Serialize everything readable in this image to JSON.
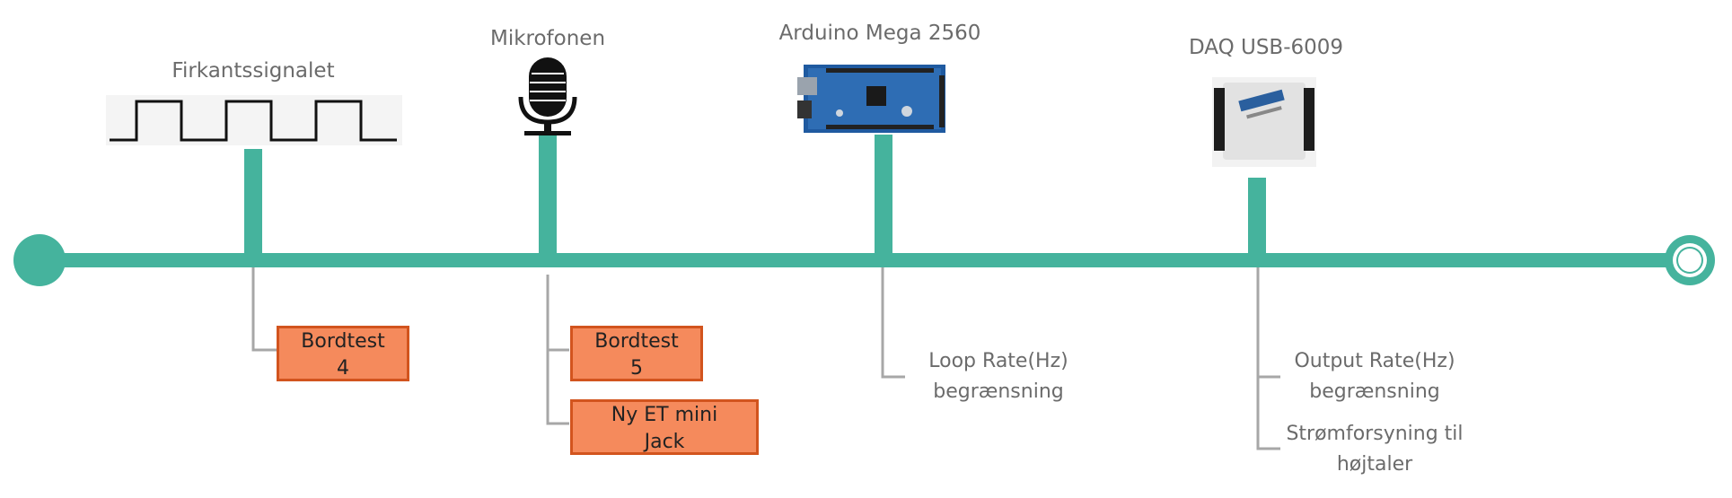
{
  "colors": {
    "timeline": "#45b39d",
    "box_fill": "#f58a5c",
    "box_border": "#d2541e",
    "connector": "#a7a7a7",
    "label_text": "#6b6b6b"
  },
  "milestones": [
    {
      "title": "Firkantssignalet",
      "icon": "square-wave-icon"
    },
    {
      "title": "Mikrofonen",
      "icon": "microphone-icon"
    },
    {
      "title": "Arduino Mega 2560",
      "icon": "arduino-board-icon"
    },
    {
      "title": "DAQ USB-6009",
      "icon": "daq-device-icon"
    }
  ],
  "boxes": [
    {
      "line1": "Bordtest",
      "line2": "4"
    },
    {
      "line1": "Bordtest",
      "line2": "5"
    },
    {
      "line1": "Ny ET mini",
      "line2": "Jack"
    }
  ],
  "notes": [
    {
      "line1": "Loop Rate(Hz)",
      "line2": "begrænsning"
    },
    {
      "line1": "Output Rate(Hz)",
      "line2": "begrænsning"
    },
    {
      "line1": "Strømforsyning til",
      "line2": "højtaler"
    }
  ]
}
